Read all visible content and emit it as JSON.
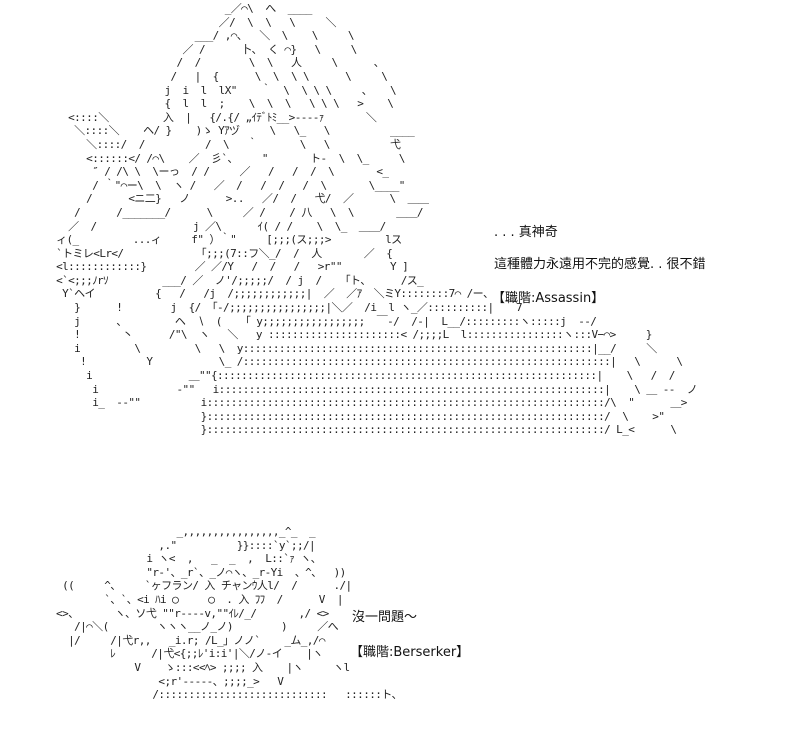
{
  "scene": {
    "character_1": {
      "art": "                               _／⌒\\  へ  ____\n                              ／/  \\  \\   \\     ＼\n                          ___/ ,⌒、  ＼  \\    \\     \\\n                        ／ /      卜、 く ⌒}   \\     \\\n                       /  /        \\  \\   人     \\      、\n                      /   |  {      \\  \\  \\ \\      \\     \\\n                     j  i  l  lX\"    ｀  \\  \\ \\ \\     、   \\\n                     {  l  l  ;    \\  \\  \\   \\ \\ \\   >    \\\n     <::::＼         入  |   {/.{/ „ｲﾃﾞﾄﾐ__>----ｧ       ＼\n      ＼::::＼    ヘ/ }    )ゝ Yｱヅ     \\   \\_   \\          ____\n        ＼::::/  /          /  \\   ｀       \\   \\          弋\n        <::::::</ /⌒\\    ／  彡`、    \"       ト-  \\  \\_     \\\n         ″ / /\\ \\  \\ーっ  / /     ／   /   /  /  \\       <_\n         / ｀\"⌒ー\\  \\  ヽ /   ／  /   /  /   /  \\       \\____\"\n        /      <ニ二}   ノ      >..   ／/  /   弋/  ／      \\  ＿＿\n      /      /_______/      \\     ／ /    / 八   \\  \\       ＿＿/\n     ／  /                j ／\\      ｲ( / /    \\  \\_  ＿＿/\n   ィ(_         ...ィ     f\" ）｀\"     [;;;(ス;;;>         lス\n   `トミレ<Lr</            「;;;(7::フ＼_/  /  人       ／  {\n   <l::::::::::::}        ／ ／/Y   /  /   /   >r\"\"        Y ]\n   <`<;;;ﾉrｿ         ___/ ／  ノ'/;;;;;/  / j  /   「ト、     /ス_\n    Y`ヘイ          {   /   /j  /;;;;;;;;;;;;|  ／  ／ｱ  ＼ミY::::::::7⌒ /ー、\n      }      !        j  {/ 「-/;;;;;;;;;;;;;;;;|＼／  /i  l ヽ_／::::::::::|  ￣7\n      j      、        ヘ  ∖  (   「 y;;;;;;;;;;;;;;;;;  ￣-/  /-|  L__/:::::::::ヽ:::::j  --/\n      !       丶      /\"\\  ヽ   ＼   y ::::::::::::::::::::::< /;;;;L  l::::::::::::::::ヽ:::V−⌒>     }\n      i         \\         \\   \\  y::::::::::::::::::::::::::::::::::::::::::::::::::::::::::|__/     ＼\n       !          Y           \\_ /:::::::::::::::::::::::::::::::::::::::::::::::::::::::::::::|   \\      \\\n        i                ＿\"\"{:::::::::::::::::::::::::::::::::::::::::::::::::::::::::::::::|    \\   /  /\n         i             -\"\"   i::::::::::::::::::::::::::::::::::::::::::::::::::::::::::::::::|    \\ ＿ --  ノ\n         i_  --\"\"          i::::::::::::::::::::::::::::::::::::::::::::::::::::::::::::::::::/\\  \"      ＿>\n                           }::::::::::::::::::::::::::::::::::::::::::::::::::::::::::::::::::/  \\    >\"\n                           }::::::::::::::::::::::::::::::::::::::::::::::::::::::::::::::::::/ L_<      \\",
      "lines": [
        ". . . 真神奇",
        "這種體力永遠用不完的感覺. . 很不錯"
      ],
      "class_label": "【職階:Assassin】"
    },
    "character_2": {
      "art": "                      _,,,,,,,,,,,,,,,,_^_  _\n                   ,.\"          }}::::`y`;;/|\n                 i ヽ<  ,   _  _  ,  L::`ｧ ヽ、\n                 \"r-'、_r`、_ノ⌒ヽ、_r-Yi  、^、  ))\n   ((     ^、    `ヶフラン/ 入 チャンｳ人l/  /      ./|\n          `、`、<i ﾊi ◯     ◯  . 入 ﾌﾌ  /      V  |\n  <>、      ヽ、ソ弋 \"\"r----v,\"\"ｲﾚ/_/       ,/ <>\n     /|⌒＼(        ヽヽヽ__ノ_ノ)        )     ／へ\n    |/     /|弋r,,   _i.r; /L_」ノノ`    _ム_,/⌒\n           ﾚ      /|弋<{;;ﾚ'i:i'|＼/ノ-イ    |ヽ\n               V    ゝ:::<<ﾍ> ;;;; 入    |ヽ     ヽl\n                   <;r'-----、;;;;_>   V\n                  /::::::::::::::::::::::::::::   ::::::ト、",
      "lines": [
        "沒一問題～"
      ],
      "class_label": "【職階:Berserker】"
    }
  },
  "colors": {
    "background": "#ffffff",
    "text": "#111111",
    "art": "#222222"
  }
}
